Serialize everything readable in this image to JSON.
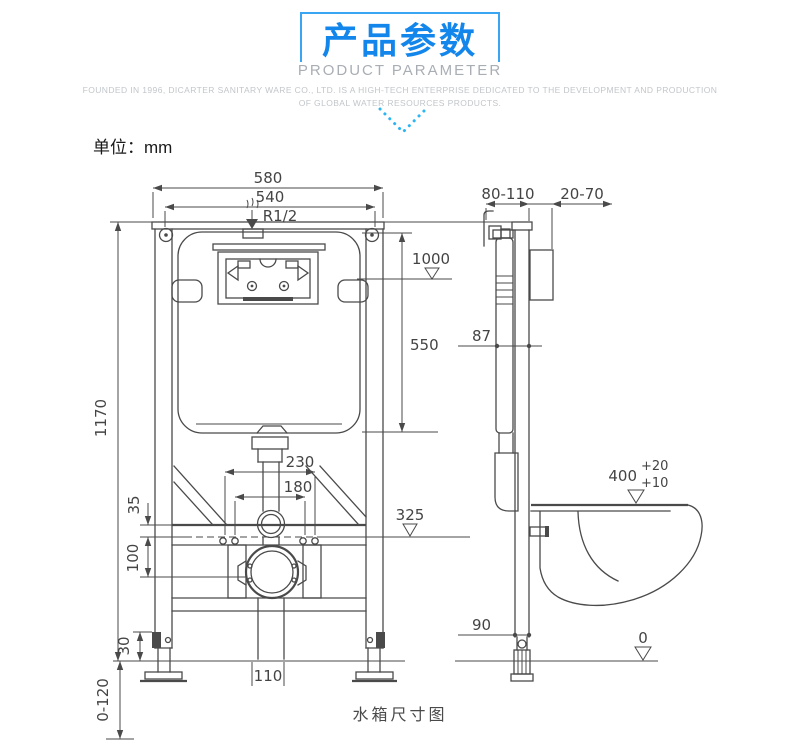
{
  "header": {
    "title": "产品参数",
    "subtitle": "PRODUCT PARAMETER",
    "desc1": "FOUNDED IN 1996, DICARTER SANITARY WARE CO., LTD. IS A HIGH-TECH ENTERPRISE DEDICATED TO THE DEVELOPMENT AND PRODUCTION",
    "desc2": "OF GLOBAL WATER RESOURCES PRODUCTS.",
    "title_color": "#1386ec",
    "border_color": "#3aa5f2",
    "chevron_color": "#2db5f2"
  },
  "unit_label": "单位：mm",
  "caption": "水箱尺寸图",
  "diagram": {
    "stroke_color": "#4a4a4a",
    "front": {
      "w580": "580",
      "w540": "540",
      "thread": "R1/2",
      "lvl1000": "1000",
      "h550": "550",
      "h1170": "1170",
      "span230": "230",
      "span180": "180",
      "off35": "35",
      "off100": "100",
      "lvl325": "325",
      "foot30": "30",
      "drain110": "110",
      "range0120": "0-120"
    },
    "side": {
      "depth_range": "80-110",
      "panel_depth": "20-70",
      "d87": "87",
      "seat400": "400",
      "tol_up": "+20",
      "tol_dn": "+10",
      "d90": "90",
      "lvl0": "0"
    }
  }
}
